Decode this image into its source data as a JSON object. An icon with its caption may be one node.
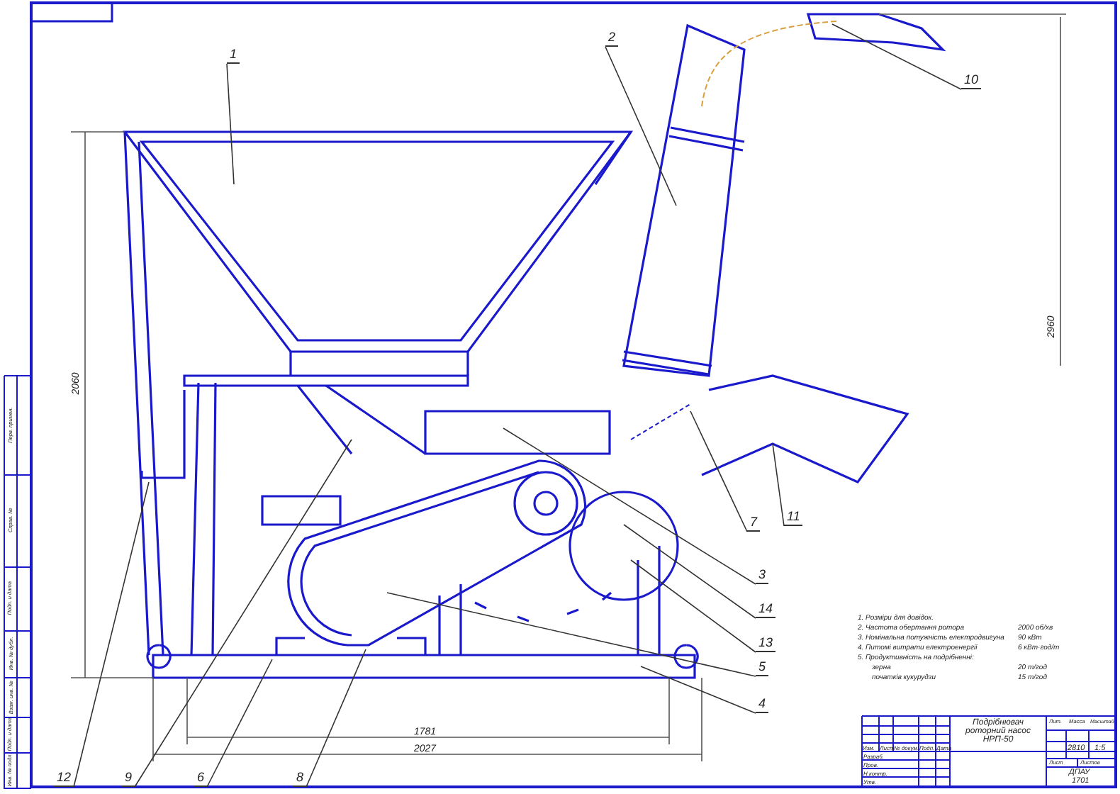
{
  "diagram": {
    "nodes": [
      {
        "text": [
          "1"
        ]
      },
      {
        "text": [
          "2"
        ]
      },
      {
        "text": [
          "10"
        ]
      },
      {
        "text": [
          "11"
        ]
      },
      {
        "text": [
          "7"
        ]
      },
      {
        "text": [
          "3"
        ]
      },
      {
        "text": [
          "14"
        ]
      },
      {
        "text": [
          "13"
        ]
      },
      {
        "text": [
          "5"
        ]
      },
      {
        "text": [
          "4"
        ]
      },
      {
        "text": [
          "12"
        ]
      },
      {
        "text": [
          "9"
        ]
      },
      {
        "text": [
          "6"
        ]
      },
      {
        "text": [
          "8"
        ]
      }
    ],
    "edges": [
      {
        "from": 0,
        "to": null,
        "arrow": "none"
      },
      {
        "from": 1,
        "to": null,
        "arrow": "none"
      },
      {
        "from": 2,
        "to": null,
        "arrow": "none"
      },
      {
        "from": 3,
        "to": null,
        "arrow": "none"
      },
      {
        "from": 4,
        "to": null,
        "arrow": "none"
      },
      {
        "from": 5,
        "to": null,
        "arrow": "none"
      },
      {
        "from": 6,
        "to": null,
        "arrow": "none"
      },
      {
        "from": 7,
        "to": null,
        "arrow": "none"
      },
      {
        "from": 8,
        "to": null,
        "arrow": "none"
      },
      {
        "from": 9,
        "to": null,
        "arrow": "none"
      },
      {
        "from": 10,
        "to": null,
        "arrow": "none"
      },
      {
        "from": 11,
        "to": null,
        "arrow": "none"
      },
      {
        "from": 12,
        "to": null,
        "arrow": "none"
      },
      {
        "from": 13,
        "to": null,
        "arrow": "none"
      }
    ],
    "labels": [
      "2060",
      "2960",
      "1781",
      "2027",
      "1. Розміри для довідок.",
      "2. Частота обертання ротора",
      "2000 об/хв",
      "3. Номінальна потужність електродвигуна",
      "90 кВт",
      "4. Питомі витрати електроенергії",
      "6 кВт·год/т",
      "5. Продуктивність на подрібненні:",
      "зерна",
      "20 т/год",
      "початків кукурудзи",
      "15 т/год",
      "Подрібнювач роторний насос НРП-50",
      "Лит.",
      "Масса",
      "Масштаб",
      "2810",
      "1:5",
      "Лист",
      "Листов",
      "ДПАУ",
      "1701",
      "Изм.",
      "Лист",
      "№ докум.",
      "Подп.",
      "Дата",
      "Разраб.",
      "Пров.",
      "Н.контр.",
      "Утв.",
      "Перв. примен.",
      "Справ. №",
      "Подп. и дата",
      "Инв. № дубл.",
      "Взам. инв. №",
      "Подп. и дата",
      "Инв. № подл."
    ]
  }
}
